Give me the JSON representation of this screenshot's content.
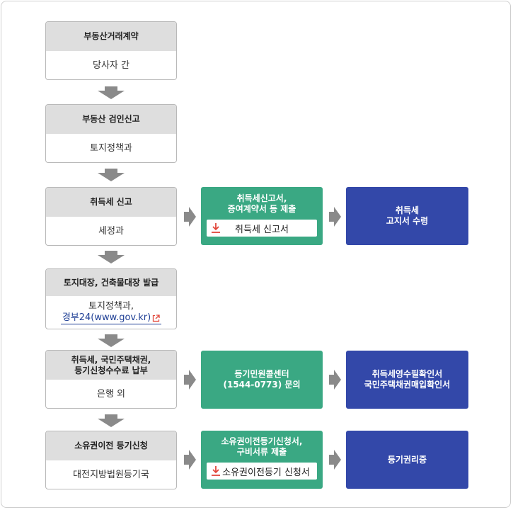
{
  "steps": [
    {
      "title": "부동산거래계약",
      "sub": "당사자 간"
    },
    {
      "title": "부동산 검인신고",
      "sub": "토지정책과"
    },
    {
      "title": "취득세 신고",
      "sub": "세정과"
    },
    {
      "title": "토지대장, 건축물대장 발급",
      "sub": "토지정책과,",
      "link": "경부24(www.gov.kr)"
    },
    {
      "title_lines": [
        "취득세, 국민주택채권,",
        "등기신청수수료 납부"
      ],
      "sub": "은행 외"
    },
    {
      "title": "소유권이전 등기신청",
      "sub": "대전지방법원등기국"
    }
  ],
  "green_boxes": [
    {
      "title_lines": [
        "취득세신고서,",
        "증여계약서 등 제출"
      ],
      "download": "취득세 신고서"
    },
    {
      "title_lines": [
        "등기민원콜센터",
        "(1544-0773) 문의"
      ]
    },
    {
      "title_lines": [
        "소유권이전등기신청서,",
        "구비서류 제출"
      ],
      "download": "소유권이전등기 신청서"
    }
  ],
  "blue_boxes": [
    {
      "lines": [
        "취득세",
        "고지서 수령"
      ]
    },
    {
      "lines": [
        "취득세영수필확인서",
        "국민주택채권매입확인서"
      ]
    },
    {
      "lines": [
        "등기권리증"
      ]
    }
  ],
  "icons": {
    "arrow": "gray-arrow-icon",
    "download": "download-icon",
    "external": "external-link-icon"
  },
  "colors": {
    "green": "#3aa883",
    "blue": "#3348a9",
    "header_gray": "#dedede",
    "arrow_gray": "#8a8a8a",
    "download_red": "#e2463a"
  }
}
